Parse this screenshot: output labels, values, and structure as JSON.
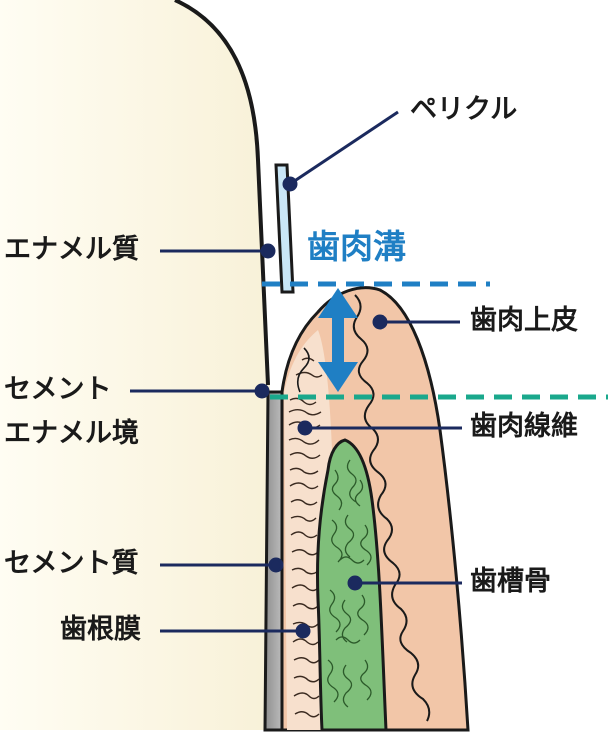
{
  "labels": {
    "pellicle": "ペリクル",
    "enamel": "エナメル質",
    "gingival_sulcus": "歯肉溝",
    "gingival_epithelium": "歯肉上皮",
    "cej_line1": "セメント",
    "cej_line2": "エナメル境",
    "gingival_fibers": "歯肉線維",
    "cementum": "セメント質",
    "alveolar_bone": "歯槽骨",
    "periodontal_ligament": "歯根膜"
  },
  "colors": {
    "enamel": "#fdf9ea",
    "pellicle": "#c9e6f6",
    "gingiva": "#f2c6a8",
    "fiber_zone": "#f7e0cd",
    "bone": "#7fbf7a",
    "cementum": "#a9a9a9",
    "leader": "#1b2a5e",
    "sulcus_arrow": "#1f7fc4",
    "sulcus_label": "#1f7fc4",
    "sulcus_line": "#1f7fc4",
    "cej_line": "#1aa88c",
    "outline": "#1a1a1a"
  }
}
